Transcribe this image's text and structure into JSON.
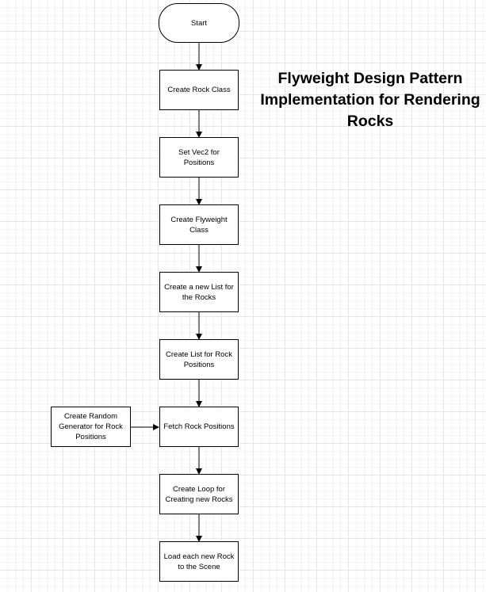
{
  "diagram": {
    "title": "Flyweight Design Pattern Implementation for Rendering Rocks",
    "nodes": {
      "start": "Start",
      "create_rock_class": "Create Rock Class",
      "set_vec2": "Set Vec2 for Positions",
      "create_flyweight": "Create Flyweight Class",
      "create_list": "Create a new List for the Rocks",
      "create_positions_list": "Create List for Rock Positions",
      "fetch_positions": "Fetch Rock Positions",
      "random_generator": "Create Random Generator for Rock Positions",
      "create_loop": "Create Loop for Creating new Rocks",
      "load_rock": "Load each new Rock to the Scene"
    },
    "edges": [
      {
        "from": "start",
        "to": "create_rock_class"
      },
      {
        "from": "create_rock_class",
        "to": "set_vec2"
      },
      {
        "from": "set_vec2",
        "to": "create_flyweight"
      },
      {
        "from": "create_flyweight",
        "to": "create_list"
      },
      {
        "from": "create_list",
        "to": "create_positions_list"
      },
      {
        "from": "create_positions_list",
        "to": "fetch_positions"
      },
      {
        "from": "random_generator",
        "to": "fetch_positions"
      },
      {
        "from": "fetch_positions",
        "to": "create_loop"
      },
      {
        "from": "create_loop",
        "to": "load_rock"
      }
    ]
  }
}
